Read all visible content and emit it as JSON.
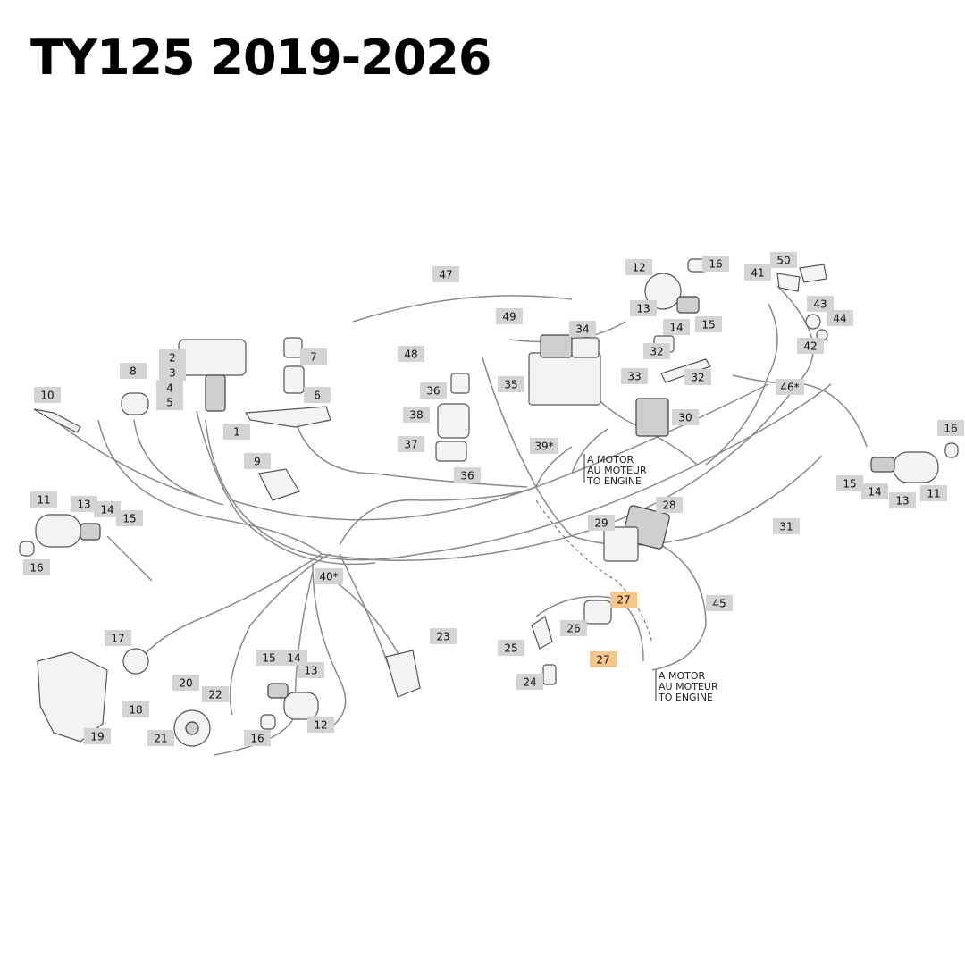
{
  "title": "TY125 2019-2026",
  "engine_note": [
    "A MOTOR",
    "AU MOTEUR",
    "TO ENGINE"
  ],
  "colors": {
    "callout_fill": "#d4d4d4",
    "callout_highlight": "#f5c78a",
    "wire": "#8a8a8a"
  },
  "callouts": [
    {
      "text": "47"
    },
    {
      "text": "12"
    },
    {
      "text": "16"
    },
    {
      "text": "50"
    },
    {
      "text": "41"
    },
    {
      "text": "13"
    },
    {
      "text": "14"
    },
    {
      "text": "15"
    },
    {
      "text": "43"
    },
    {
      "text": "44"
    },
    {
      "text": "42"
    },
    {
      "text": "49"
    },
    {
      "text": "34"
    },
    {
      "text": "32"
    },
    {
      "text": "33"
    },
    {
      "text": "32"
    },
    {
      "text": "46*"
    },
    {
      "text": "48"
    },
    {
      "text": "35"
    },
    {
      "text": "36"
    },
    {
      "text": "38"
    },
    {
      "text": "30"
    },
    {
      "text": "37"
    },
    {
      "text": "36"
    },
    {
      "text": "39*"
    },
    {
      "text": "2"
    },
    {
      "text": "3"
    },
    {
      "text": "4"
    },
    {
      "text": "5"
    },
    {
      "text": "8"
    },
    {
      "text": "7"
    },
    {
      "text": "6"
    },
    {
      "text": "10"
    },
    {
      "text": "1"
    },
    {
      "text": "9"
    },
    {
      "text": "16"
    },
    {
      "text": "15"
    },
    {
      "text": "14"
    },
    {
      "text": "13"
    },
    {
      "text": "11"
    },
    {
      "text": "11"
    },
    {
      "text": "13"
    },
    {
      "text": "14"
    },
    {
      "text": "15"
    },
    {
      "text": "16"
    },
    {
      "text": "28"
    },
    {
      "text": "29"
    },
    {
      "text": "31"
    },
    {
      "text": "40*"
    },
    {
      "text": "45"
    },
    {
      "text": "27",
      "highlight": true
    },
    {
      "text": "26"
    },
    {
      "text": "25"
    },
    {
      "text": "27",
      "highlight": true
    },
    {
      "text": "24"
    },
    {
      "text": "17"
    },
    {
      "text": "23"
    },
    {
      "text": "15"
    },
    {
      "text": "14"
    },
    {
      "text": "13"
    },
    {
      "text": "20"
    },
    {
      "text": "22"
    },
    {
      "text": "18"
    },
    {
      "text": "12"
    },
    {
      "text": "21"
    },
    {
      "text": "16"
    },
    {
      "text": "19"
    }
  ]
}
